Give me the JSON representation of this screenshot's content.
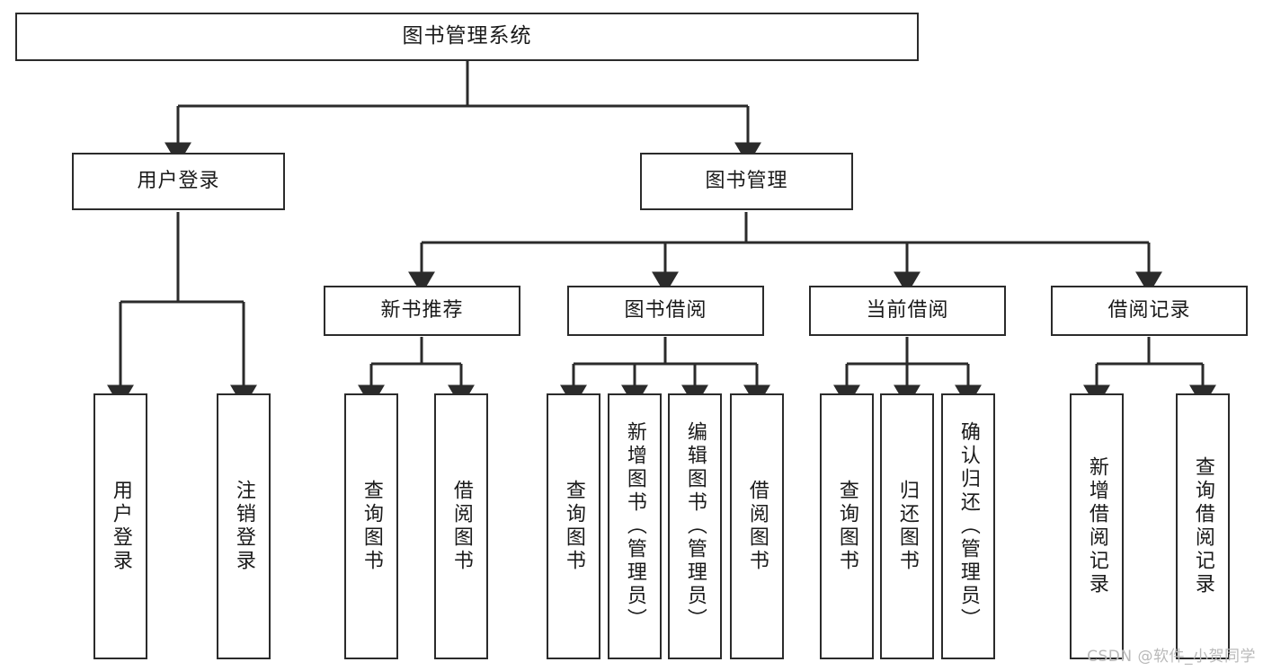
{
  "diagram": {
    "title": "图书管理系统",
    "type": "tree-hierarchy",
    "watermark": "CSDN @软件_小贺同学",
    "root": {
      "id": "root",
      "label": "图书管理系统"
    },
    "level2": [
      {
        "id": "user-login",
        "label": "用户登录"
      },
      {
        "id": "book-manage",
        "label": "图书管理"
      }
    ],
    "level3": [
      {
        "id": "new-book-rec",
        "label": "新书推荐",
        "parent": "book-manage"
      },
      {
        "id": "book-borrow",
        "label": "图书借阅",
        "parent": "book-manage"
      },
      {
        "id": "current-borrow",
        "label": "当前借阅",
        "parent": "book-manage"
      },
      {
        "id": "borrow-record",
        "label": "借阅记录",
        "parent": "book-manage"
      }
    ],
    "leaves": [
      {
        "id": "leaf-user-login",
        "label": "用户登录",
        "parent": "user-login"
      },
      {
        "id": "leaf-logout",
        "label": "注销登录",
        "parent": "user-login"
      },
      {
        "id": "leaf-query-book-1",
        "label": "查询图书",
        "parent": "new-book-rec"
      },
      {
        "id": "leaf-borrow-book-1",
        "label": "借阅图书",
        "parent": "new-book-rec"
      },
      {
        "id": "leaf-query-book-2",
        "label": "查询图书",
        "parent": "book-borrow"
      },
      {
        "id": "leaf-add-book",
        "label": "新增图书（管理员）",
        "parent": "book-borrow"
      },
      {
        "id": "leaf-edit-book",
        "label": "编辑图书（管理员）",
        "parent": "book-borrow"
      },
      {
        "id": "leaf-borrow-book-2",
        "label": "借阅图书",
        "parent": "book-borrow"
      },
      {
        "id": "leaf-query-book-3",
        "label": "查询图书",
        "parent": "current-borrow"
      },
      {
        "id": "leaf-return-book",
        "label": "归还图书",
        "parent": "current-borrow"
      },
      {
        "id": "leaf-confirm-return",
        "label": "确认归还（管理员）",
        "parent": "current-borrow"
      },
      {
        "id": "leaf-add-record",
        "label": "新增借阅记录",
        "parent": "borrow-record"
      },
      {
        "id": "leaf-query-record",
        "label": "查询借阅记录",
        "parent": "borrow-record"
      }
    ],
    "colors": {
      "box_border": "#2b2b2b",
      "box_fill": "#ffffff",
      "connector": "#2b2b2b",
      "text": "#1a1a1a",
      "watermark": "#b9b9b9",
      "background": "#ffffff"
    }
  }
}
